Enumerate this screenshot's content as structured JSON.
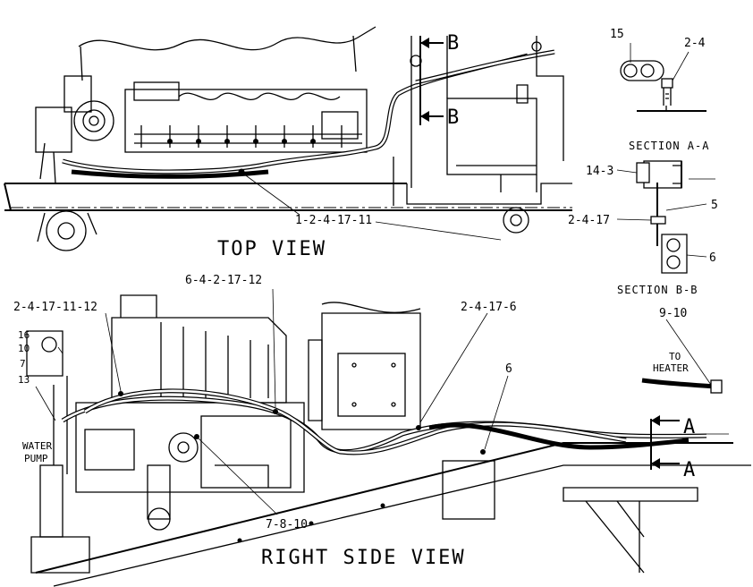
{
  "views": {
    "top": "TOP VIEW",
    "right_side": "RIGHT SIDE VIEW",
    "section_aa": "SECTION A-A",
    "section_bb": "SECTION B-B"
  },
  "callouts": {
    "top_main": "1-2-4-17-11",
    "sec_a_15": "15",
    "sec_a_2_4": "2-4",
    "sec_b_14_3": "14-3",
    "sec_b_5": "5",
    "sec_b_2_4_17": "2-4-17",
    "sec_b_6": "6",
    "side_6_4_2_17_12": "6-4-2-17-12",
    "side_2_4_17_11_12": "2-4-17-11-12",
    "side_2_4_17_6": "2-4-17-6",
    "side_9_10": "9-10",
    "side_16": "16",
    "side_10": "10",
    "side_7": "7",
    "side_13": "13",
    "side_6": "6",
    "side_7_8_10": "7-8-10"
  },
  "labels": {
    "to_heater_1": "TO",
    "to_heater_2": "HEATER",
    "water_pump_1": "WATER",
    "water_pump_2": "PUMP"
  },
  "section_markers": {
    "b_upper": "B",
    "b_lower": "B",
    "a_upper": "A",
    "a_lower": "A"
  }
}
